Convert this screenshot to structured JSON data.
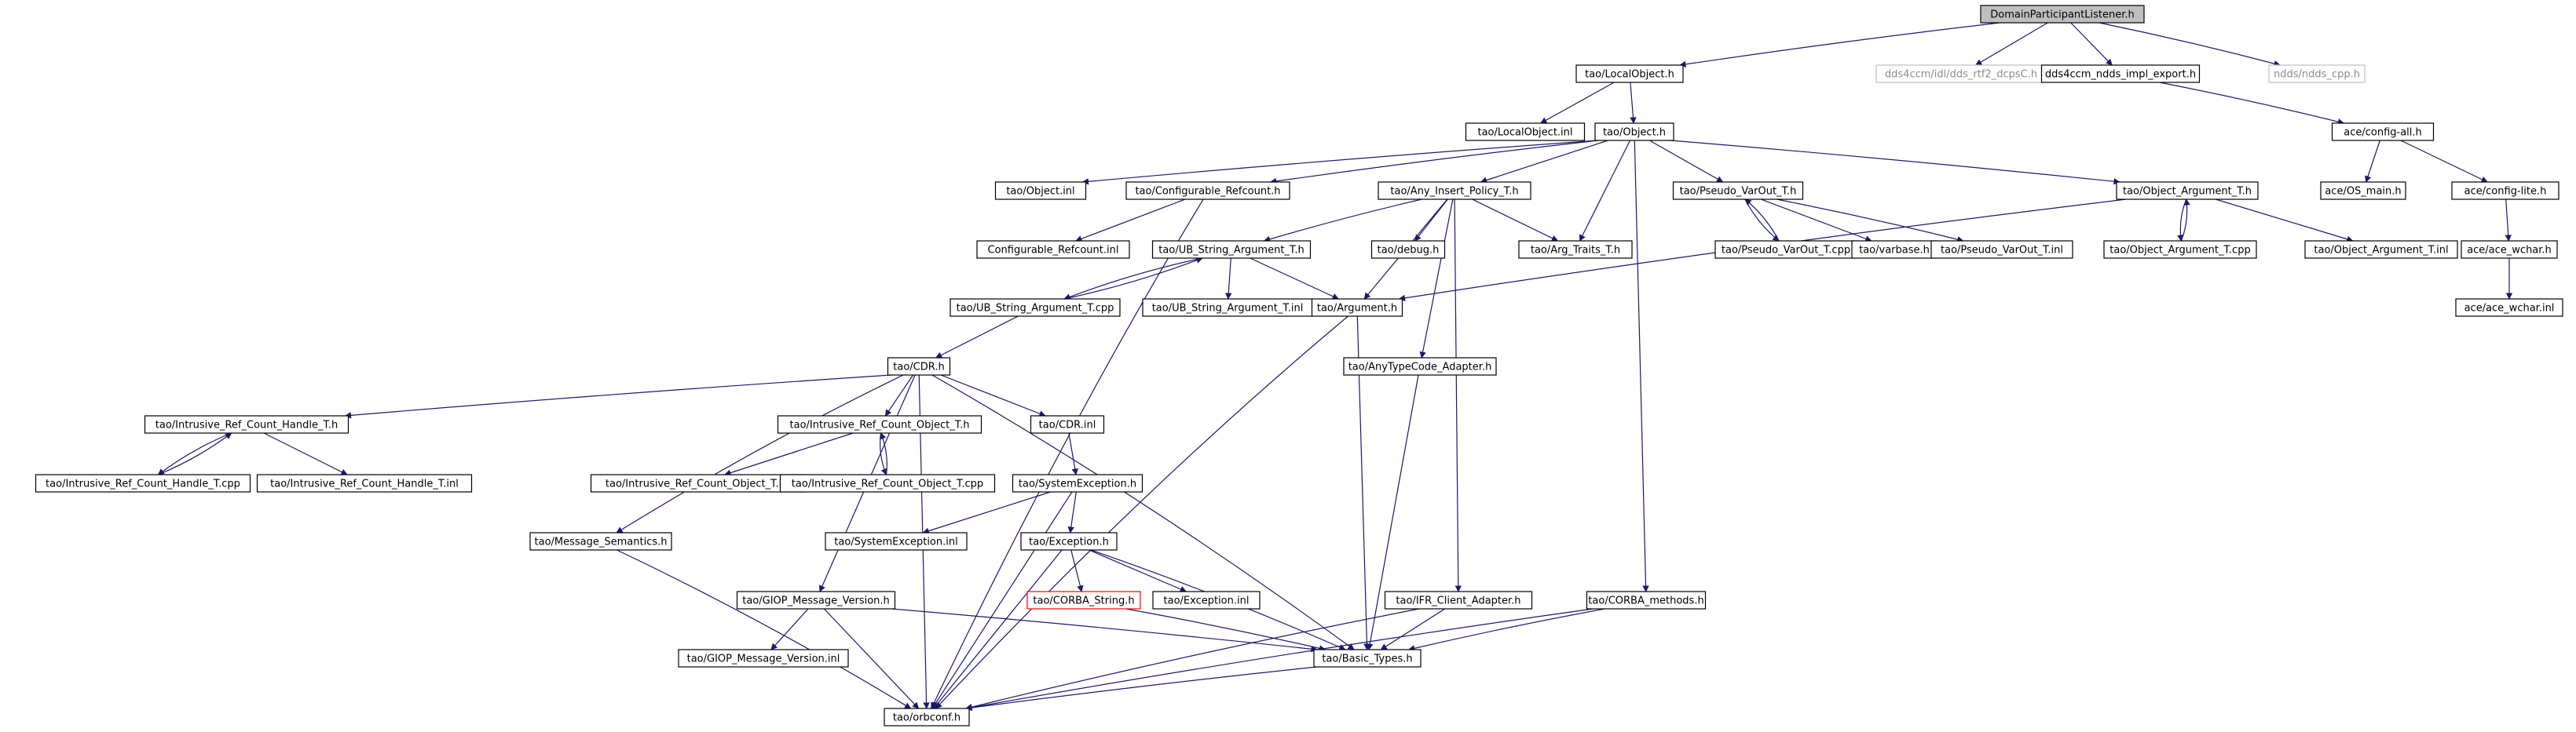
{
  "colors": {
    "edge": "#191970",
    "node_border": "#000000",
    "node_fill": "#ffffff",
    "root_fill": "#bfbfbf",
    "missing_border": "#bfbfbf",
    "missing_text": "#8c8c8c",
    "truncated_border": "#ff0000",
    "text": "#000000"
  },
  "nodes": [
    {
      "id": "dpl",
      "label": "DomainParticipantListener.h",
      "kind": "root"
    },
    {
      "id": "localobj",
      "label": "tao/LocalObject.h"
    },
    {
      "id": "rtf2",
      "label": "dds4ccm/idl/dds_rtf2_dcpsC.h",
      "kind": "missing"
    },
    {
      "id": "ddsexport",
      "label": "dds4ccm_ndds_impl_export.h"
    },
    {
      "id": "nddscpp",
      "label": "ndds/ndds_cpp.h",
      "kind": "missing"
    },
    {
      "id": "localobjinl",
      "label": "tao/LocalObject.inl"
    },
    {
      "id": "object",
      "label": "tao/Object.h"
    },
    {
      "id": "configall",
      "label": "ace/config-all.h"
    },
    {
      "id": "objectinl",
      "label": "tao/Object.inl"
    },
    {
      "id": "confrefh",
      "label": "tao/Configurable_Refcount.h"
    },
    {
      "id": "anyins",
      "label": "tao/Any_Insert_Policy_T.h"
    },
    {
      "id": "pseudoh",
      "label": "tao/Pseudo_VarOut_T.h"
    },
    {
      "id": "objargh",
      "label": "tao/Object_Argument_T.h"
    },
    {
      "id": "osmain",
      "label": "ace/OS_main.h"
    },
    {
      "id": "configlite",
      "label": "ace/config-lite.h"
    },
    {
      "id": "confrefinl",
      "label": "Configurable_Refcount.inl"
    },
    {
      "id": "ubsh",
      "label": "tao/UB_String_Argument_T.h"
    },
    {
      "id": "debug",
      "label": "tao/debug.h"
    },
    {
      "id": "argtraits",
      "label": "tao/Arg_Traits_T.h"
    },
    {
      "id": "pseudocpp",
      "label": "tao/Pseudo_VarOut_T.cpp"
    },
    {
      "id": "varbase",
      "label": "tao/varbase.h"
    },
    {
      "id": "pseudoinl",
      "label": "tao/Pseudo_VarOut_T.inl"
    },
    {
      "id": "objargcpp",
      "label": "tao/Object_Argument_T.cpp"
    },
    {
      "id": "objarginl",
      "label": "tao/Object_Argument_T.inl"
    },
    {
      "id": "acewchar",
      "label": "ace/ace_wchar.h"
    },
    {
      "id": "ubscpp",
      "label": "tao/UB_String_Argument_T.cpp"
    },
    {
      "id": "ubsinl",
      "label": "tao/UB_String_Argument_T.inl"
    },
    {
      "id": "argument",
      "label": "tao/Argument.h"
    },
    {
      "id": "acewcharinl",
      "label": "ace/ace_wchar.inl"
    },
    {
      "id": "cdrh",
      "label": "tao/CDR.h"
    },
    {
      "id": "anytc",
      "label": "tao/AnyTypeCode_Adapter.h"
    },
    {
      "id": "irchh",
      "label": "tao/Intrusive_Ref_Count_Handle_T.h"
    },
    {
      "id": "ircoh",
      "label": "tao/Intrusive_Ref_Count_Object_T.h"
    },
    {
      "id": "cdrinl",
      "label": "tao/CDR.inl"
    },
    {
      "id": "irchcpp",
      "label": "tao/Intrusive_Ref_Count_Handle_T.cpp"
    },
    {
      "id": "irchinl",
      "label": "tao/Intrusive_Ref_Count_Handle_T.inl"
    },
    {
      "id": "ircoinl",
      "label": "tao/Intrusive_Ref_Count_Object_T.inl"
    },
    {
      "id": "ircocpp",
      "label": "tao/Intrusive_Ref_Count_Object_T.cpp"
    },
    {
      "id": "sysexh",
      "label": "tao/SystemException.h"
    },
    {
      "id": "msgsem",
      "label": "tao/Message_Semantics.h"
    },
    {
      "id": "sysexinl",
      "label": "tao/SystemException.inl"
    },
    {
      "id": "exh",
      "label": "tao/Exception.h"
    },
    {
      "id": "giopv",
      "label": "tao/GIOP_Message_Version.h"
    },
    {
      "id": "corbastr",
      "label": "tao/CORBA_String.h",
      "kind": "truncated"
    },
    {
      "id": "exinl",
      "label": "tao/Exception.inl"
    },
    {
      "id": "ifrca",
      "label": "tao/IFR_Client_Adapter.h"
    },
    {
      "id": "corbameth",
      "label": "tao/CORBA_methods.h"
    },
    {
      "id": "giopvinl",
      "label": "tao/GIOP_Message_Version.inl"
    },
    {
      "id": "basic",
      "label": "tao/Basic_Types.h"
    },
    {
      "id": "orbconf",
      "label": "tao/orbconf.h"
    }
  ],
  "edges": [
    [
      "dpl",
      "localobj"
    ],
    [
      "dpl",
      "rtf2"
    ],
    [
      "dpl",
      "ddsexport"
    ],
    [
      "dpl",
      "nddscpp"
    ],
    [
      "localobj",
      "localobjinl"
    ],
    [
      "localobj",
      "object"
    ],
    [
      "ddsexport",
      "configall"
    ],
    [
      "object",
      "objectinl"
    ],
    [
      "object",
      "confrefh"
    ],
    [
      "object",
      "anyins"
    ],
    [
      "object",
      "argtraits"
    ],
    [
      "object",
      "pseudoh"
    ],
    [
      "object",
      "objargh"
    ],
    [
      "object",
      "corbameth"
    ],
    [
      "configall",
      "osmain"
    ],
    [
      "configall",
      "configlite"
    ],
    [
      "configlite",
      "acewchar"
    ],
    [
      "acewchar",
      "acewcharinl"
    ],
    [
      "confrefh",
      "confrefinl"
    ],
    [
      "confrefh",
      "orbconf"
    ],
    [
      "anyins",
      "ubsh"
    ],
    [
      "anyins",
      "debug"
    ],
    [
      "anyins",
      "argtraits"
    ],
    [
      "anyins",
      "argument"
    ],
    [
      "anyins",
      "anytc"
    ],
    [
      "anyins",
      "ifrca"
    ],
    [
      "pseudoh",
      "pseudocpp"
    ],
    [
      "pseudocpp",
      "pseudoh"
    ],
    [
      "pseudoh",
      "varbase"
    ],
    [
      "pseudoh",
      "pseudoinl"
    ],
    [
      "objargh",
      "objargcpp"
    ],
    [
      "objargcpp",
      "objargh"
    ],
    [
      "objargh",
      "objarginl"
    ],
    [
      "objargh",
      "argument"
    ],
    [
      "ubsh",
      "ubscpp"
    ],
    [
      "ubscpp",
      "ubsh"
    ],
    [
      "ubsh",
      "ubsinl"
    ],
    [
      "ubsh",
      "argument"
    ],
    [
      "ubscpp",
      "cdrh"
    ],
    [
      "argument",
      "basic"
    ],
    [
      "argument",
      "orbconf"
    ],
    [
      "anytc",
      "basic"
    ],
    [
      "cdrh",
      "irchh"
    ],
    [
      "cdrh",
      "ircoh"
    ],
    [
      "cdrh",
      "cdrinl"
    ],
    [
      "cdrh",
      "msgsem"
    ],
    [
      "cdrh",
      "giopv"
    ],
    [
      "cdrh",
      "basic"
    ],
    [
      "cdrh",
      "orbconf"
    ],
    [
      "irchh",
      "irchcpp"
    ],
    [
      "irchcpp",
      "irchh"
    ],
    [
      "irchh",
      "irchinl"
    ],
    [
      "ircoh",
      "ircoinl"
    ],
    [
      "ircoh",
      "ircocpp"
    ],
    [
      "ircocpp",
      "ircoh"
    ],
    [
      "cdrinl",
      "sysexh"
    ],
    [
      "sysexh",
      "sysexinl"
    ],
    [
      "sysexh",
      "exh"
    ],
    [
      "sysexh",
      "orbconf"
    ],
    [
      "exh",
      "corbastr"
    ],
    [
      "exh",
      "exinl"
    ],
    [
      "exh",
      "basic"
    ],
    [
      "exh",
      "orbconf"
    ],
    [
      "corbastr",
      "basic"
    ],
    [
      "msgsem",
      "orbconf"
    ],
    [
      "giopv",
      "giopvinl"
    ],
    [
      "giopv",
      "basic"
    ],
    [
      "giopv",
      "orbconf"
    ],
    [
      "ifrca",
      "basic"
    ],
    [
      "ifrca",
      "orbconf"
    ],
    [
      "corbameth",
      "basic"
    ],
    [
      "corbameth",
      "orbconf"
    ],
    [
      "basic",
      "orbconf"
    ]
  ]
}
